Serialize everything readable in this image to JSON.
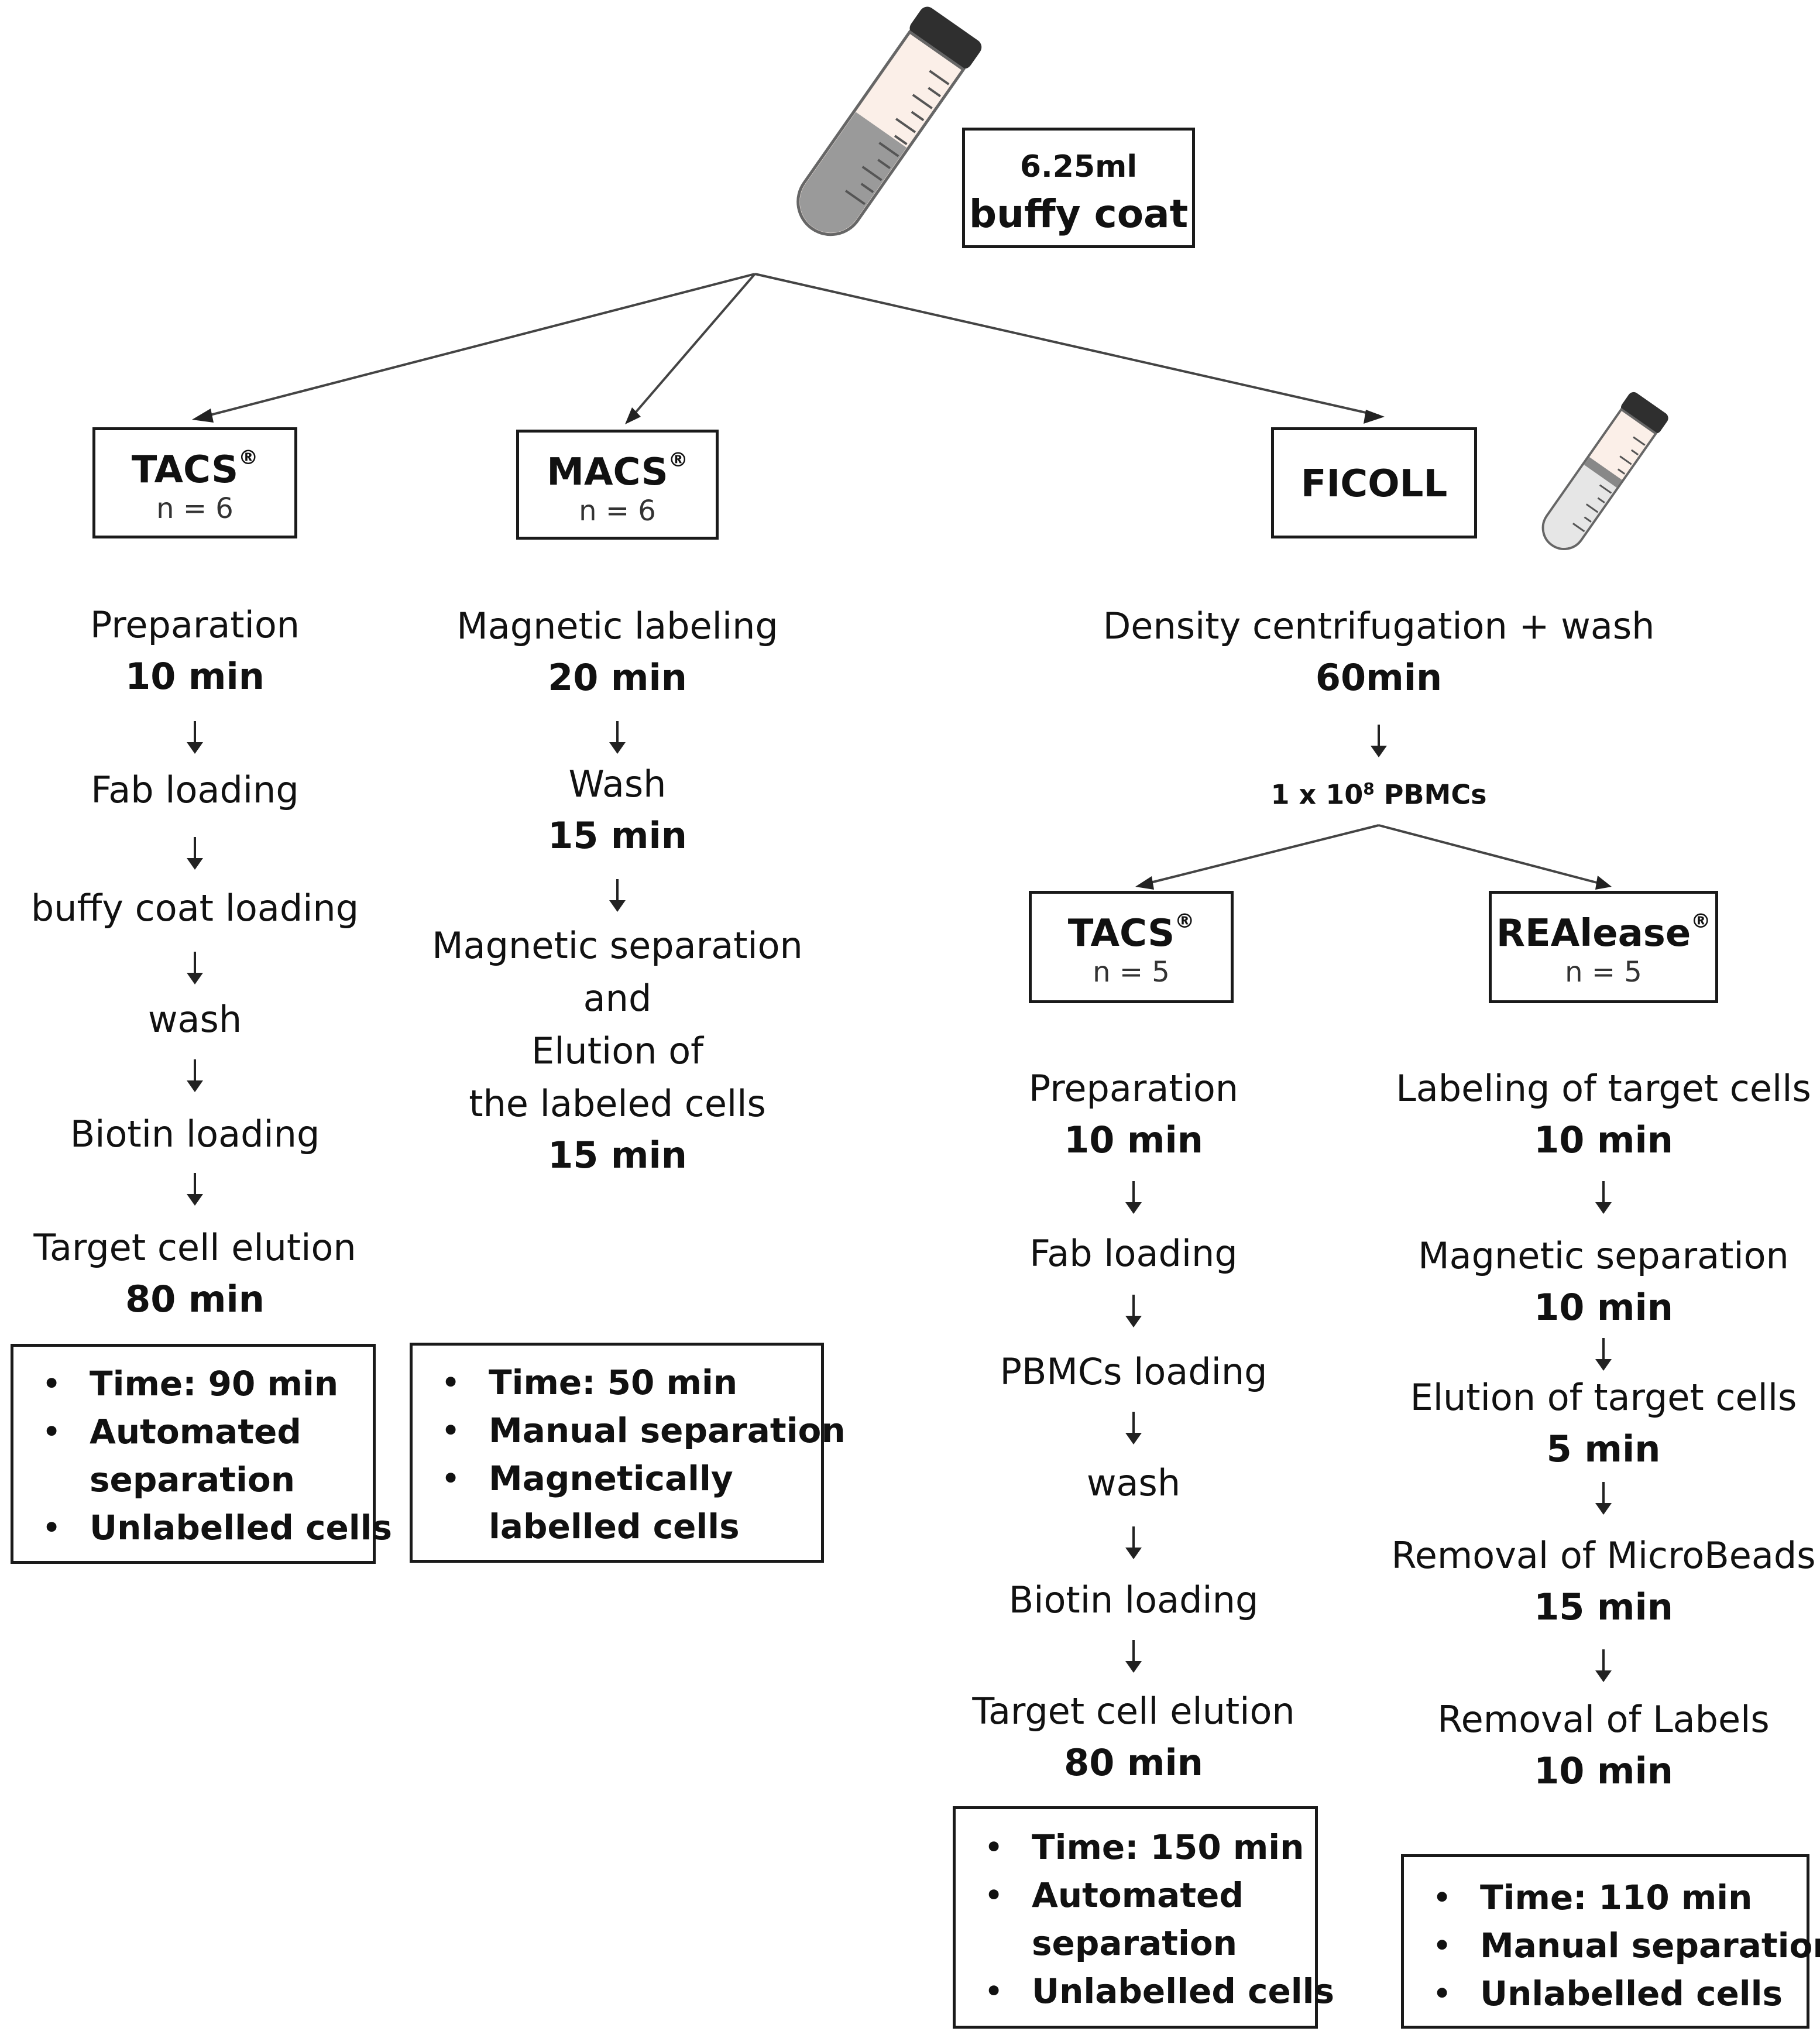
{
  "source": {
    "line1": "6.25ml",
    "line2": "buffy coat"
  },
  "tacs": {
    "title": "TACS",
    "reg": "®",
    "n": "n = 6",
    "steps": [
      {
        "label": "Preparation",
        "time": "10 min"
      },
      {
        "label": "Fab loading"
      },
      {
        "label": "buffy coat loading"
      },
      {
        "label": "wash"
      },
      {
        "label": "Biotin loading"
      },
      {
        "label": "Target cell elution",
        "time": "80 min"
      }
    ],
    "summary": [
      "Time: 90 min",
      "Automated",
      "separation",
      "Unlabelled cells"
    ]
  },
  "macs": {
    "title": "MACS",
    "reg": "®",
    "n": "n = 6",
    "steps": [
      {
        "label": "Magnetic labeling",
        "time": "20 min"
      },
      {
        "label": "Wash",
        "time": "15 min"
      },
      {
        "label": "Magnetic separation",
        "label2": "and",
        "label3": "Elution of",
        "label4": "the labeled cells",
        "time": "15 min"
      }
    ],
    "summary": [
      "Time: 50 min",
      "Manual separation",
      "Magnetically",
      "labelled cells"
    ]
  },
  "ficoll": {
    "title": "FICOLL",
    "step": {
      "label": "Density centrifugation + wash",
      "time": "60min"
    },
    "pbmc": {
      "prefix": "1 x 10",
      "exp": "8",
      "suffix": " PBMCs"
    }
  },
  "tacs2": {
    "title": "TACS",
    "reg": "®",
    "n": "n = 5",
    "steps": [
      {
        "label": "Preparation",
        "time": "10 min"
      },
      {
        "label": "Fab loading"
      },
      {
        "label": "PBMCs loading"
      },
      {
        "label": "wash"
      },
      {
        "label": "Biotin loading"
      },
      {
        "label": "Target cell elution",
        "time": "80 min"
      }
    ],
    "summary": [
      "Time: 150 min",
      "Automated",
      "separation",
      "Unlabelled cells"
    ]
  },
  "realease": {
    "title": "REAlease",
    "reg": "®",
    "n": "n = 5",
    "steps": [
      {
        "label": "Labeling of target cells",
        "time": "10 min"
      },
      {
        "label": "Magnetic separation",
        "time": "10 min"
      },
      {
        "label": "Elution of target cells",
        "time": "5 min"
      },
      {
        "label": "Removal of MicroBeads",
        "time": "15 min"
      },
      {
        "label": "Removal of Labels",
        "time": "10 min"
      }
    ],
    "summary": [
      "Time: 110 min",
      "Manual separation",
      "Unlabelled cells"
    ]
  }
}
